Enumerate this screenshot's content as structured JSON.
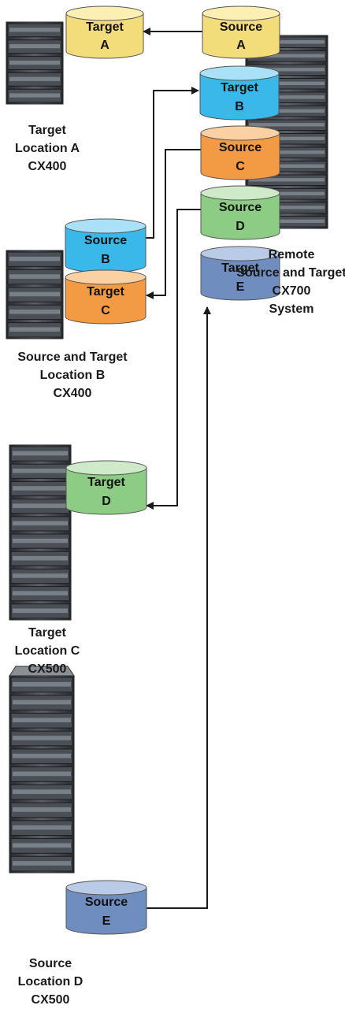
{
  "colors": {
    "yellow_body": "#f3dc7a",
    "yellow_top": "#fbefb4",
    "cyan_body": "#3bb8ea",
    "cyan_top": "#a9e2f8",
    "orange_body": "#f39a45",
    "orange_top": "#fbd1a4",
    "green_body": "#8dcc84",
    "green_top": "#cfeac9",
    "slate_body": "#6f8dbf",
    "slate_top": "#b9cbe6",
    "connector": "#1a1a1a",
    "rack": "#3a3d42"
  },
  "cylinders": {
    "target_a": {
      "line1": "Target",
      "line2": "A"
    },
    "source_a": {
      "line1": "Source",
      "line2": "A"
    },
    "target_b": {
      "line1": "Target",
      "line2": "B"
    },
    "source_c": {
      "line1": "Source",
      "line2": "C"
    },
    "source_d": {
      "line1": "Source",
      "line2": "D"
    },
    "target_e": {
      "line1": "Target",
      "line2": "E"
    },
    "source_b": {
      "line1": "Source",
      "line2": "B"
    },
    "target_c": {
      "line1": "Target",
      "line2": "C"
    },
    "target_d": {
      "line1": "Target",
      "line2": "D"
    },
    "source_e": {
      "line1": "Source",
      "line2": "E"
    }
  },
  "labels": {
    "location_a": [
      "Target",
      "Location A",
      "CX400"
    ],
    "location_b": [
      "Source and Target",
      "Location B",
      "CX400"
    ],
    "remote": [
      "Remote",
      "Source and Target",
      "CX700",
      "System"
    ],
    "location_c": [
      "Target",
      "Location C",
      "CX500"
    ],
    "location_d": [
      "Source",
      "Location D",
      "CX500"
    ]
  }
}
